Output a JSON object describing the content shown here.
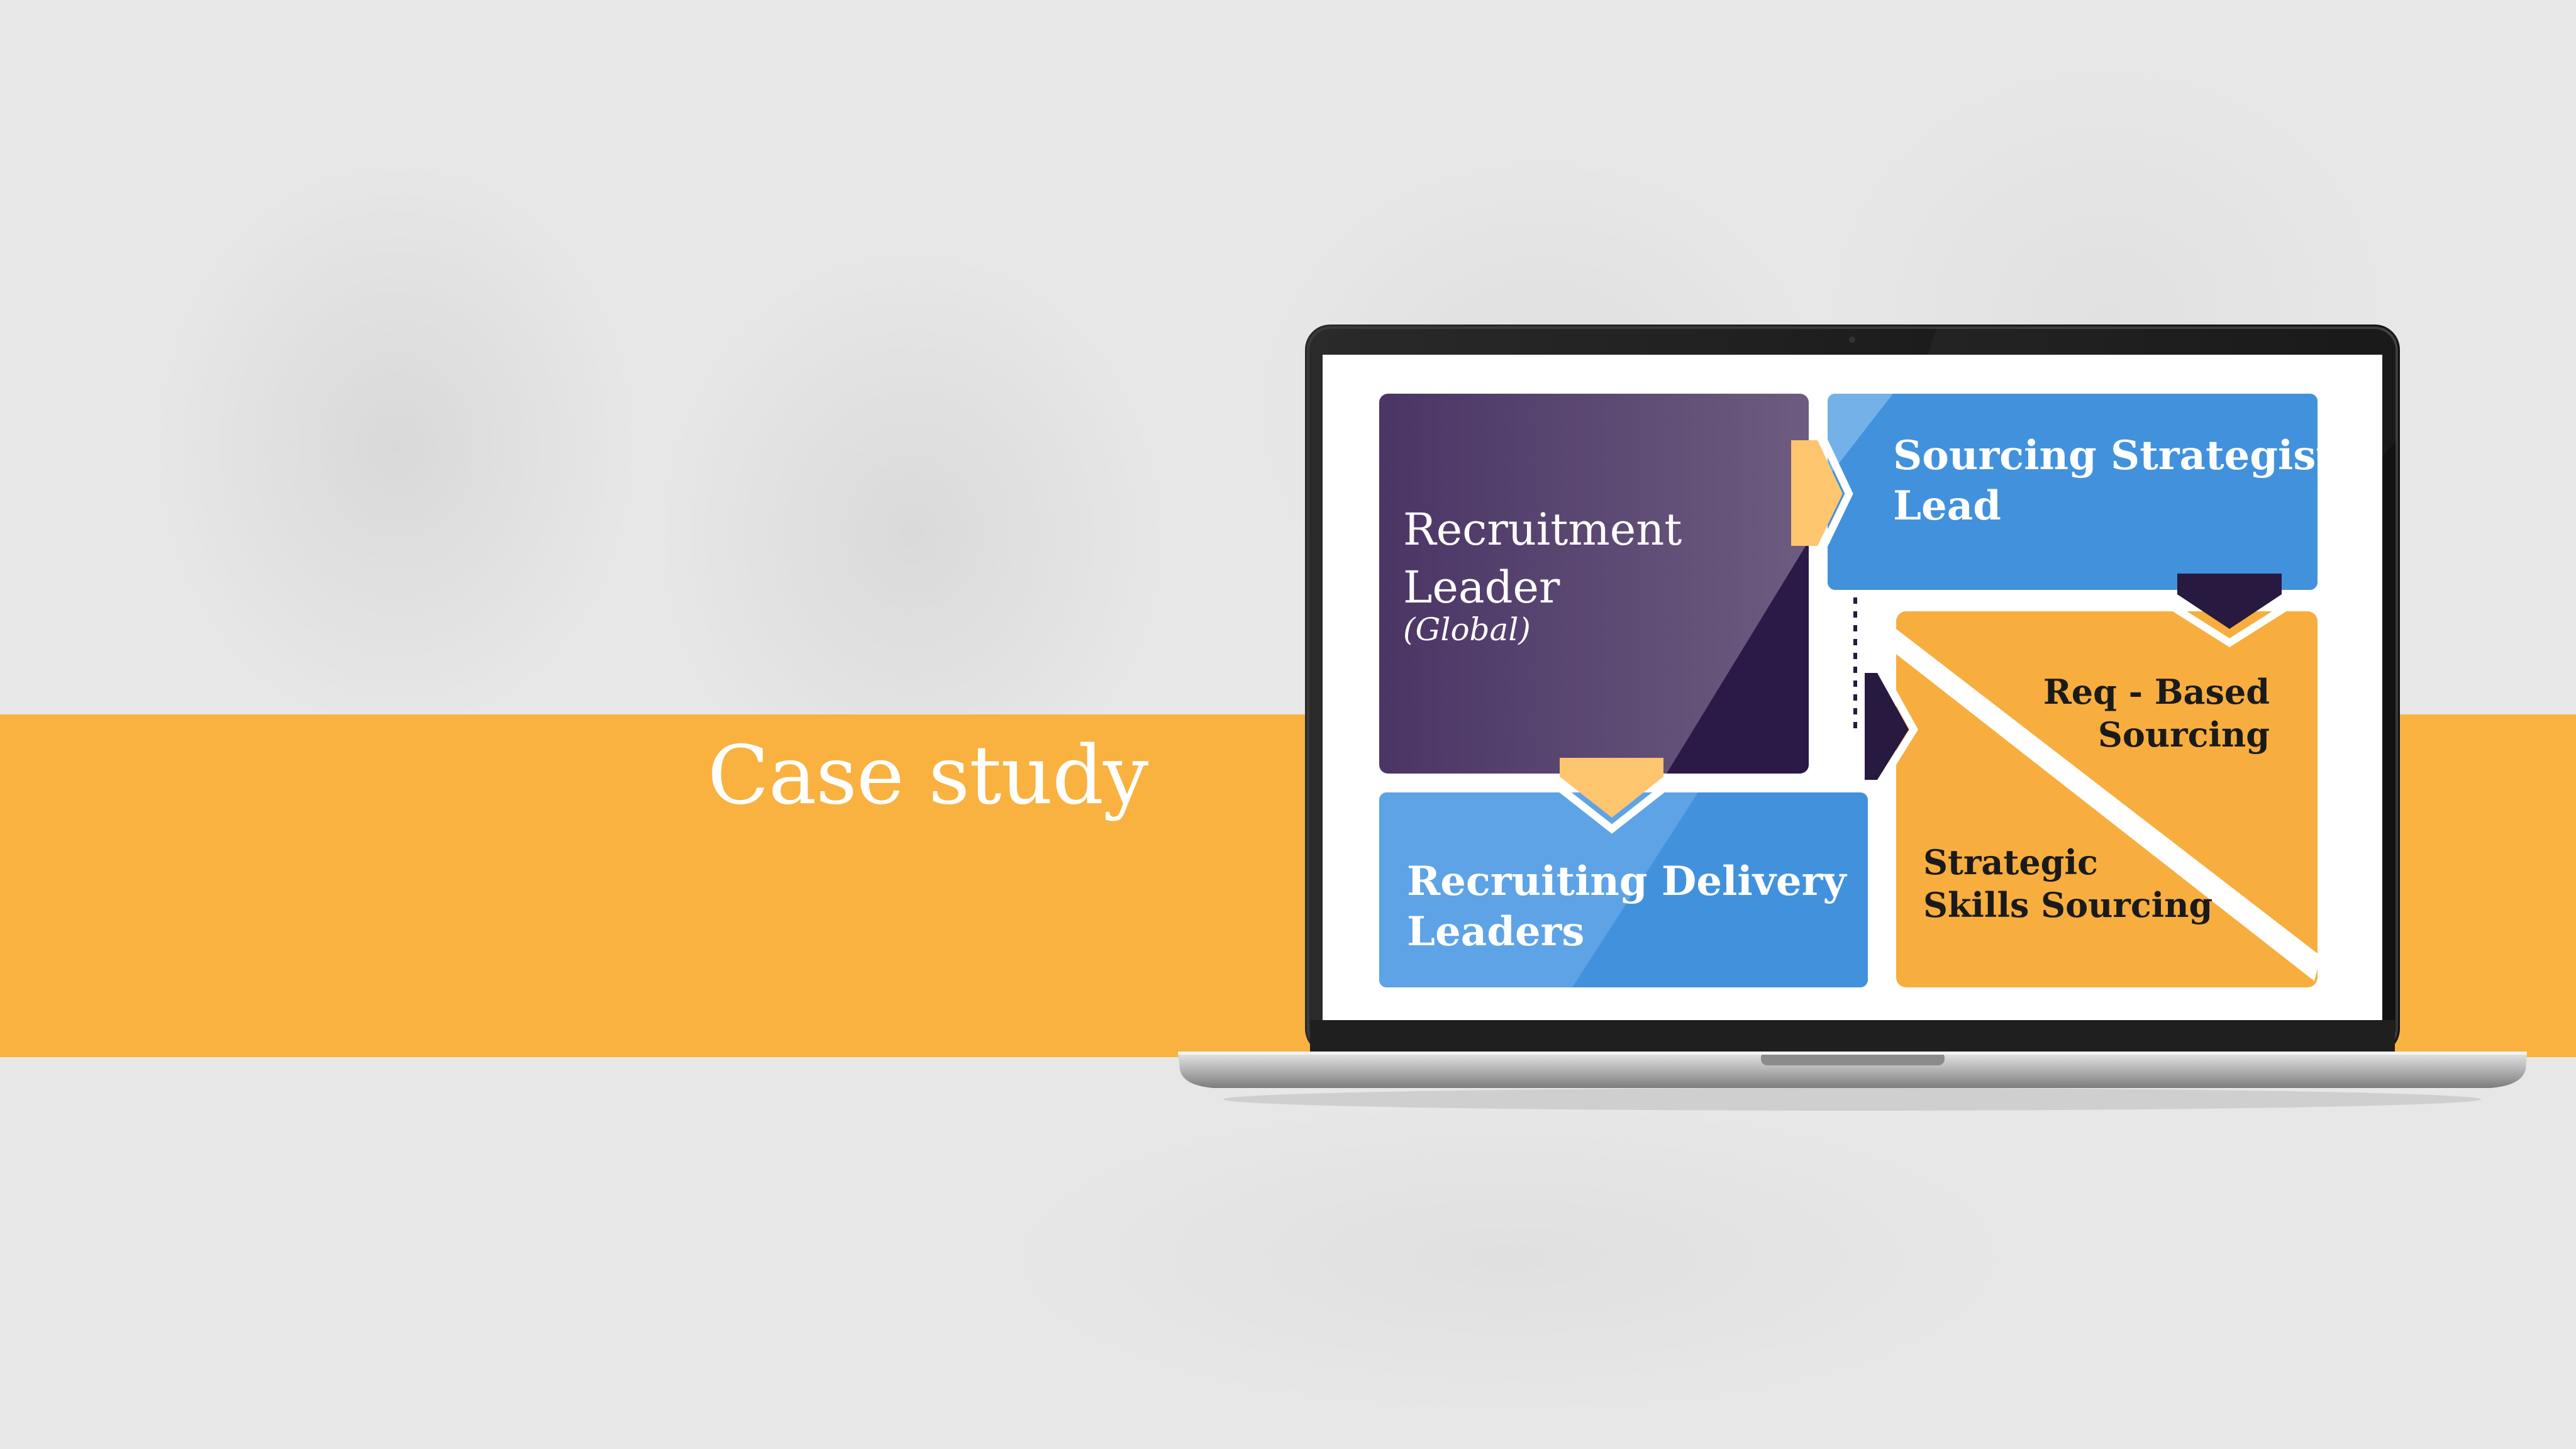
{
  "hero": {
    "title": "Case study"
  },
  "diagram": {
    "recruitment_leader": {
      "title_line1": "Recruitment",
      "title_line2": "Leader",
      "subtitle": "(Global)"
    },
    "sourcing_strategist": {
      "line1": "Sourcing Strategist",
      "line2": "Lead"
    },
    "delivery_leaders": {
      "line1": "Recruiting Delivery",
      "line2": "Leaders"
    },
    "req_based": {
      "line1": "Req - Based",
      "line2": "Sourcing"
    },
    "strategic_skills": {
      "line1": "Strategic",
      "line2": "Skills Sourcing"
    }
  },
  "colors": {
    "band": "#f9b240",
    "purple_dark": "#2b1a48",
    "purple_mid": "#5a4670",
    "blue": "#4291dd",
    "blue_light": "#74b1e8",
    "orange": "#f7ae3f",
    "arrow_light": "#fec56f",
    "navy": "#27193f"
  }
}
